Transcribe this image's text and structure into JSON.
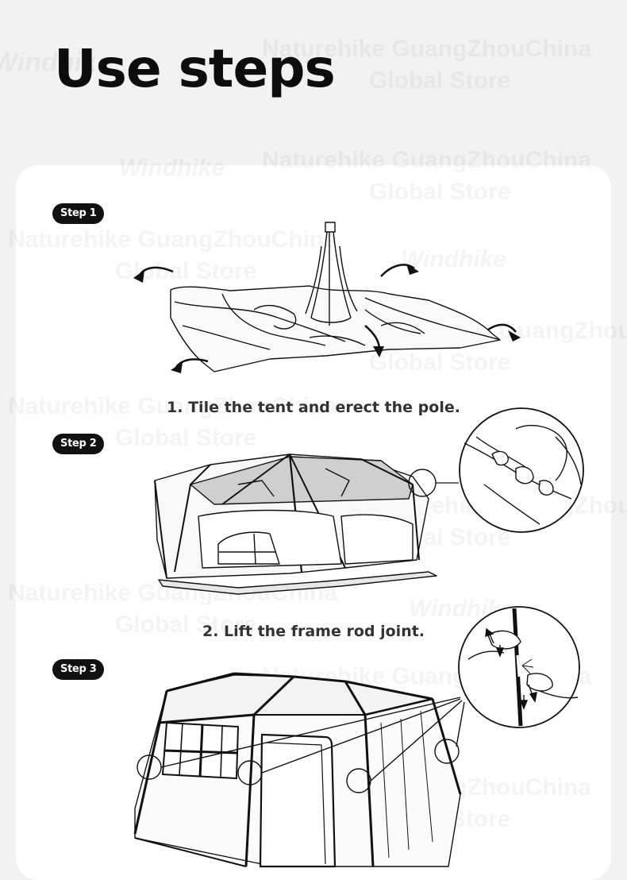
{
  "page": {
    "title": "Use steps"
  },
  "watermark": {
    "store": "Naturehike GuangZhouChina",
    "store_line2": "Global Store",
    "brand": "Windhike"
  },
  "steps": [
    {
      "badge": "Step 1",
      "caption": "1. Tile the tent and erect the pole."
    },
    {
      "badge": "Step 2",
      "caption": "2. Lift the frame rod joint."
    },
    {
      "badge": "Step 3",
      "caption": ""
    }
  ]
}
